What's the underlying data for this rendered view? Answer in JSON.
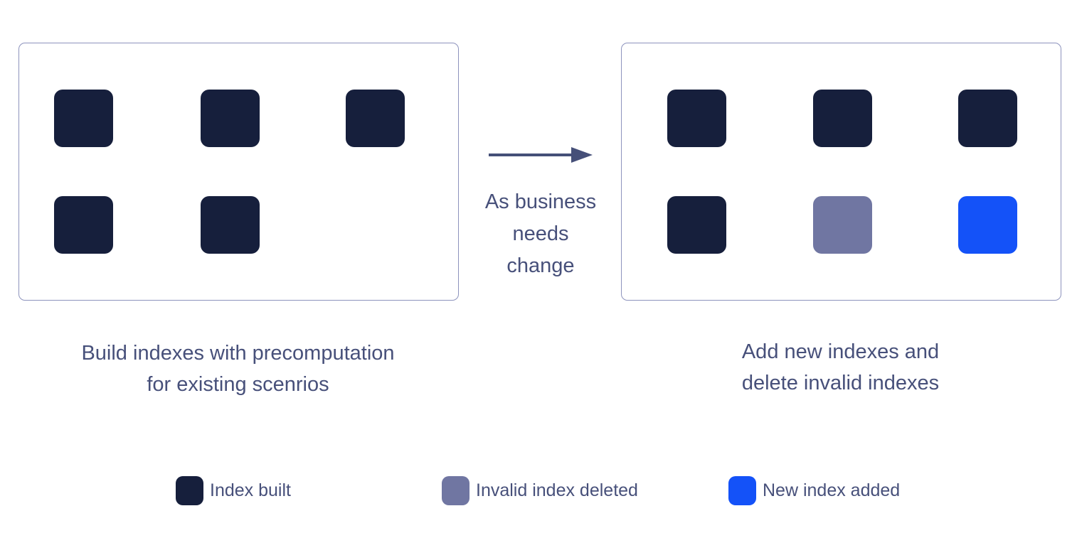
{
  "colors": {
    "index_built": "#161F3C",
    "invalid_index_deleted": "#7076A2",
    "new_index_added": "#1452F8",
    "box_border": "#8D93BD",
    "text": "#47507A",
    "arrow": "#454F78"
  },
  "before_panel": {
    "caption_lines": [
      "Build indexes with precomputation",
      "for existing scenrios"
    ],
    "square_statuses": [
      "built",
      "built",
      "built",
      "built",
      "built"
    ]
  },
  "arrow": {
    "label_lines": [
      "As business",
      "needs",
      "change"
    ]
  },
  "after_panel": {
    "caption_lines": [
      "Add new indexes and",
      "delete invalid indexes"
    ],
    "square_statuses": [
      "built",
      "built",
      "built",
      "built",
      "deleted",
      "added"
    ]
  },
  "legend": [
    {
      "label": "Index built",
      "status": "built"
    },
    {
      "label": "Invalid index deleted",
      "status": "deleted"
    },
    {
      "label": "New index added",
      "status": "added"
    }
  ]
}
